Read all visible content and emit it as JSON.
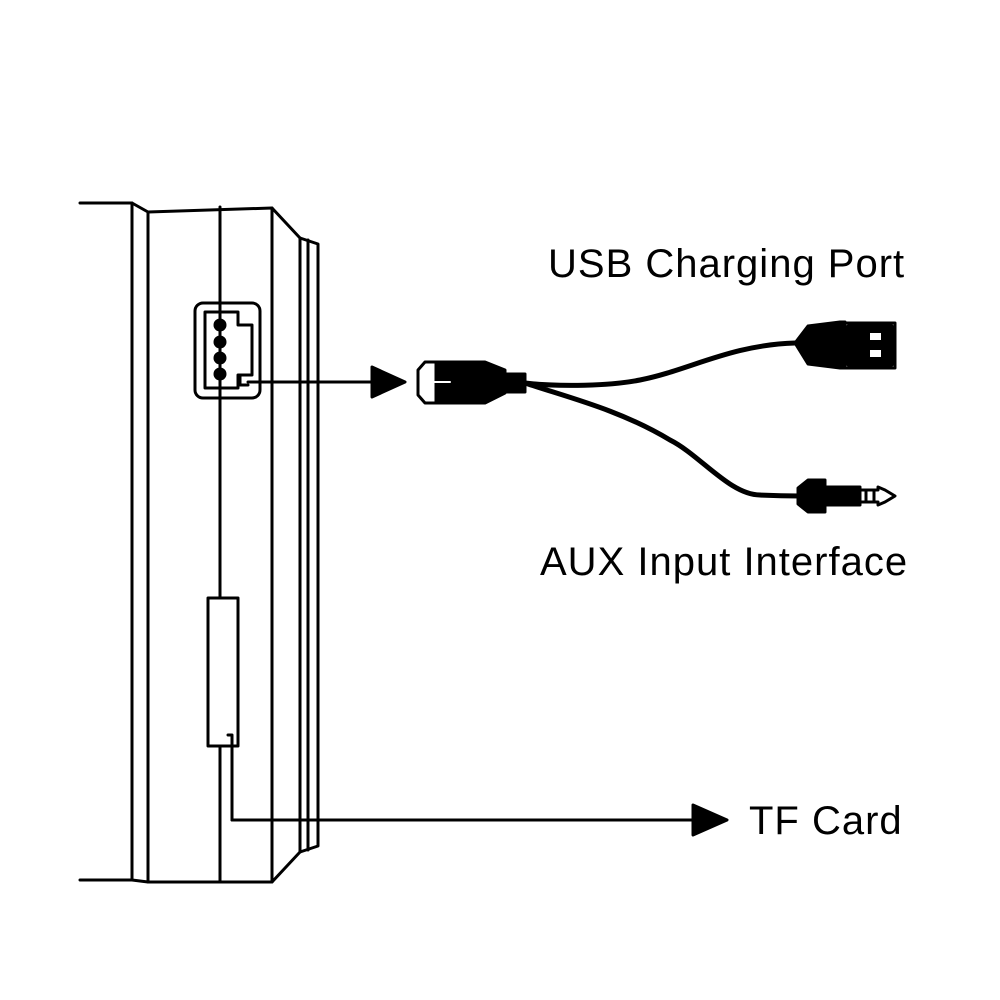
{
  "labels": {
    "usb_charging_port": "USB Charging Port",
    "aux_input_interface": "AUX Input Interface",
    "tf_card": "TF Card"
  },
  "colors": {
    "line": "#000000",
    "background": "#ffffff"
  }
}
